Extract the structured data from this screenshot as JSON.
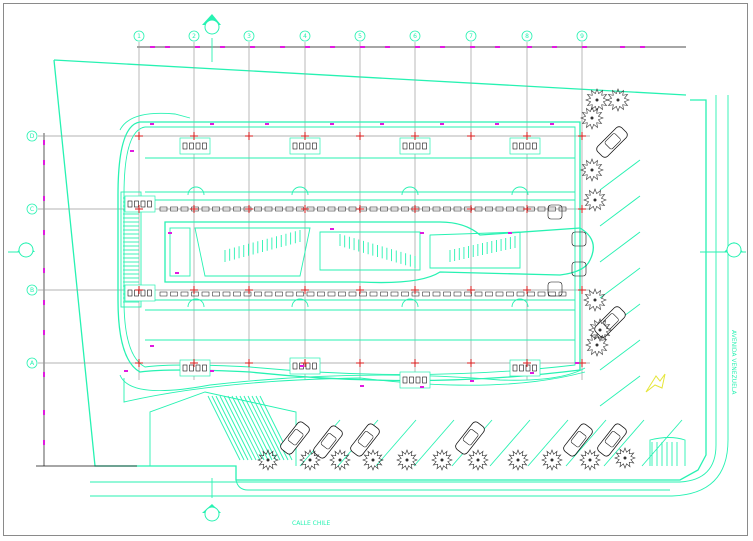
{
  "drawing": {
    "street_bottom": "CALLE CHILE",
    "street_right": "AVENIDA VENEZUELA"
  },
  "grid": {
    "columns": [
      "1",
      "2",
      "3",
      "4",
      "5",
      "6",
      "7",
      "8",
      "9"
    ],
    "rows": [
      "D",
      "C",
      "B",
      "A"
    ]
  },
  "colors": {
    "linework": "#27f2b2",
    "dimension": "#e01ae0",
    "column_mark": "#d61a1a",
    "background": "#ffffff",
    "frame": "#8a8a8a"
  },
  "north_symbol": "north-arrow-icon"
}
